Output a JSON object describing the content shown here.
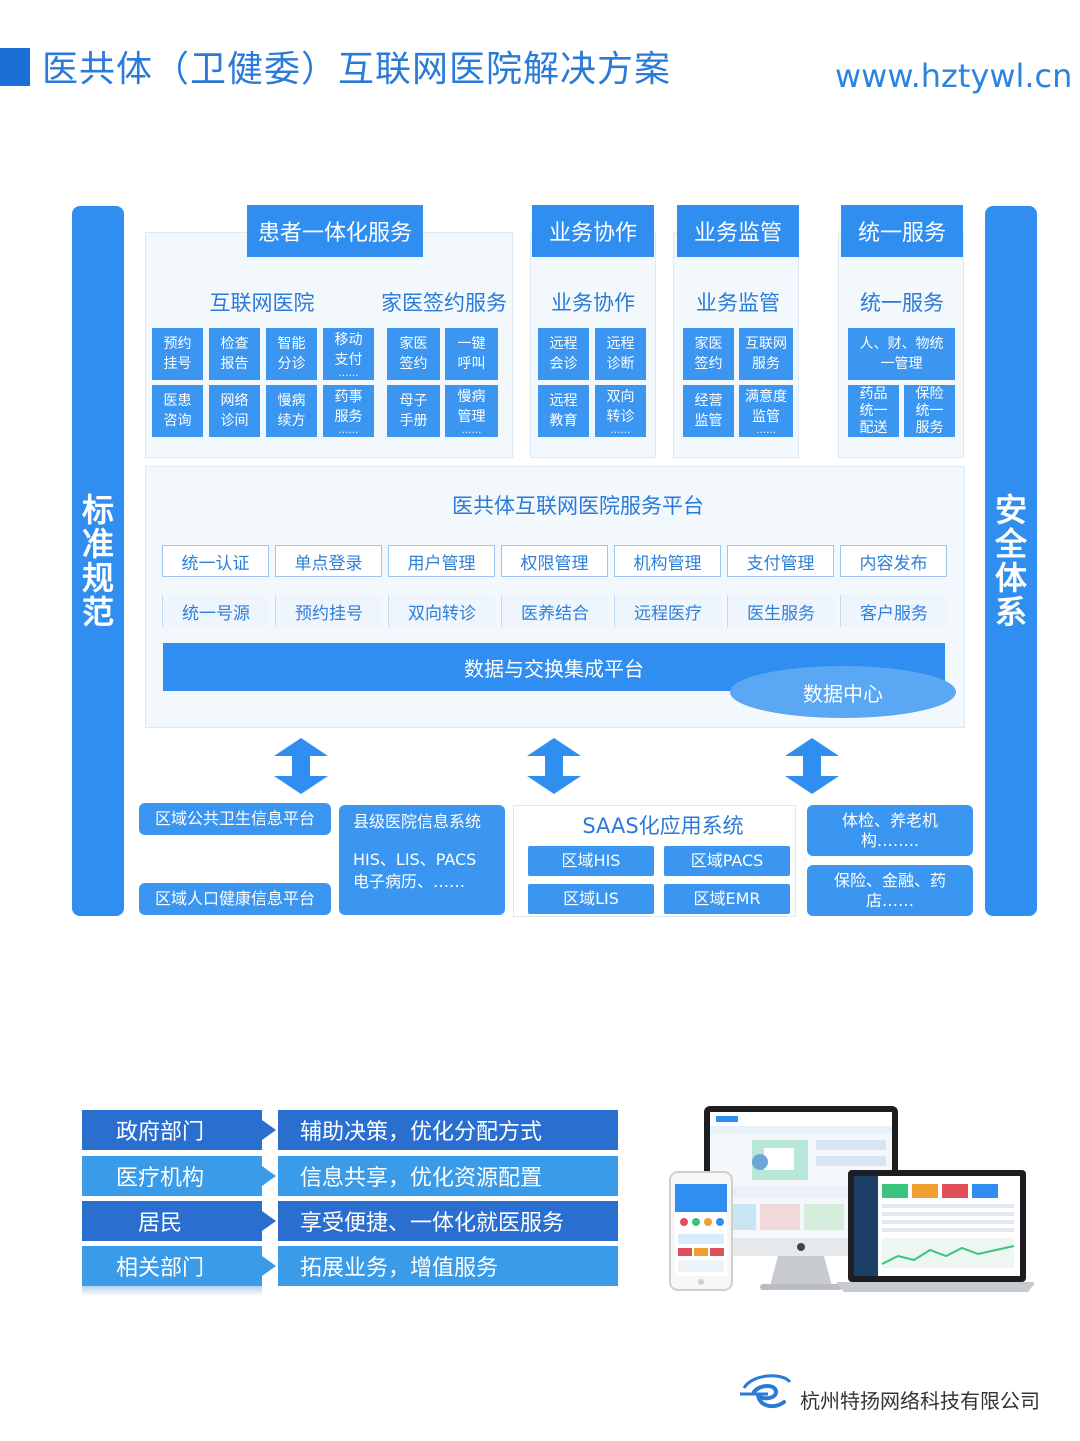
{
  "header": {
    "title": "医共体（卫健委）互联网医院解决方案",
    "url": "www.hztywl.cn"
  },
  "pillars": {
    "left": [
      "标",
      "准",
      "规",
      "范"
    ],
    "right": [
      "安",
      "全",
      "体",
      "系"
    ]
  },
  "categories": {
    "patient": "患者一体化服务",
    "collab": "业务协作",
    "supervise": "业务监管",
    "unified": "统一服务"
  },
  "subheads": {
    "internet_hospital": "互联网医院",
    "family_doctor": "家医签约服务",
    "collab": "业务协作",
    "supervise": "业务监管",
    "unified": "统一服务"
  },
  "tiles": {
    "internet_hospital": [
      [
        "预约",
        "挂号"
      ],
      [
        "检查",
        "报告"
      ],
      [
        "智能",
        "分诊"
      ],
      [
        "移动",
        "支付"
      ],
      [
        "医患",
        "咨询"
      ],
      [
        "网络",
        "诊间"
      ],
      [
        "慢病",
        "续方"
      ],
      [
        "药事",
        "服务"
      ]
    ],
    "family_doctor": [
      [
        "家医",
        "签约"
      ],
      [
        "一键",
        "呼叫"
      ],
      [
        "母子",
        "手册"
      ],
      [
        "慢病",
        "管理"
      ]
    ],
    "collab": [
      [
        "远程",
        "会诊"
      ],
      [
        "远程",
        "诊断"
      ],
      [
        "远程",
        "教育"
      ],
      [
        "双向",
        "转诊"
      ]
    ],
    "supervise": [
      [
        "家医",
        "签约"
      ],
      [
        "互联网",
        "服务"
      ],
      [
        "经营",
        "监管"
      ],
      [
        "满意度",
        "监管"
      ]
    ],
    "unified_wide": "人、财、物统一管理",
    "unified": [
      [
        "药品",
        "统一",
        "配送"
      ],
      [
        "保险",
        "统一",
        "服务"
      ]
    ],
    "more": "……"
  },
  "platform": {
    "title": "医共体互联网医院服务平台",
    "row1": [
      "统一认证",
      "单点登录",
      "用户管理",
      "权限管理",
      "机构管理",
      "支付管理",
      "内容发布"
    ],
    "row2": [
      "统一号源",
      "预约挂号",
      "双向转诊",
      "医养结合",
      "远程医疗",
      "医生服务",
      "客户服务"
    ],
    "data_exchange": "数据与交换集成平台",
    "data_center": "数据中心"
  },
  "bottom": {
    "regional_public": "区域公共卫生信息平台",
    "regional_population": "区域人口健康信息平台",
    "county_title": "县级医院信息系统",
    "county_line1": "HIS、LIS、PACS",
    "county_line2": "电子病历、……",
    "saas_title": "SAAS化应用系统",
    "saas_items": [
      "区域HIS",
      "区域PACS",
      "区域LIS",
      "区域EMR"
    ],
    "checkup": "体检、养老机构……..",
    "insurance": "保险、金融、药店……"
  },
  "benefits": [
    {
      "label": "政府部门",
      "desc": "辅助决策，优化分配方式"
    },
    {
      "label": "医疗机构",
      "desc": "信息共享，优化资源配置"
    },
    {
      "label": "居民",
      "desc": "享受便捷、一体化就医服务"
    },
    {
      "label": "相关部门",
      "desc": "拓展业务，增值服务"
    }
  ],
  "company": "杭州特扬网络科技有限公司",
  "colors": {
    "primary": "#2f8ef0",
    "dark": "#1a6fd6",
    "light": "#3a96f0"
  }
}
